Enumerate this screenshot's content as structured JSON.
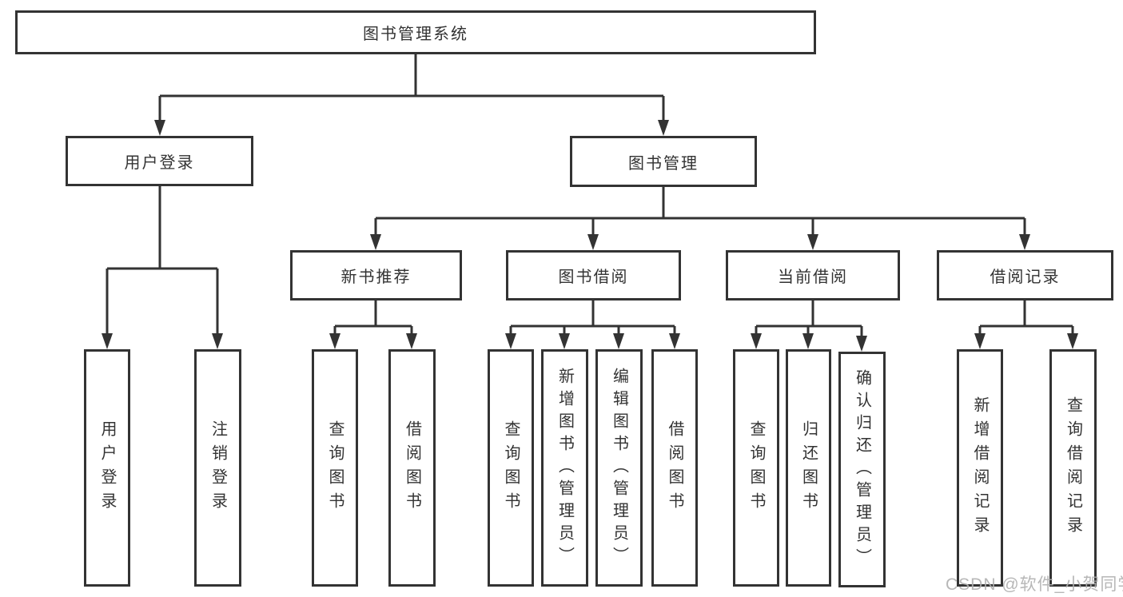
{
  "diagram": {
    "type": "tree",
    "title": "图书管理系统"
  },
  "tree": {
    "root": {
      "label": "图书管理系统",
      "children": [
        {
          "label": "用户登录",
          "children": [
            {
              "label": "用户登录"
            },
            {
              "label": "注销登录"
            }
          ]
        },
        {
          "label": "图书管理",
          "children": [
            {
              "label": "新书推荐",
              "children": [
                {
                  "label": "查询图书"
                },
                {
                  "label": "借阅图书"
                }
              ]
            },
            {
              "label": "图书借阅",
              "children": [
                {
                  "label": "查询图书"
                },
                {
                  "label": "新增图书（管理员）"
                },
                {
                  "label": "编辑图书（管理员）"
                },
                {
                  "label": "借阅图书"
                }
              ]
            },
            {
              "label": "当前借阅",
              "children": [
                {
                  "label": "查询图书"
                },
                {
                  "label": "归还图书"
                },
                {
                  "label": "确认归还（管理员）"
                }
              ]
            },
            {
              "label": "借阅记录",
              "children": [
                {
                  "label": "新增借阅记录"
                },
                {
                  "label": "查询借阅记录"
                }
              ]
            }
          ]
        }
      ]
    }
  },
  "watermark": {
    "text": "CSDN @软件_小贺同学"
  },
  "colors": {
    "line": "#333333",
    "text": "#333333",
    "background": "#ffffff",
    "watermark": "#afafaf"
  }
}
